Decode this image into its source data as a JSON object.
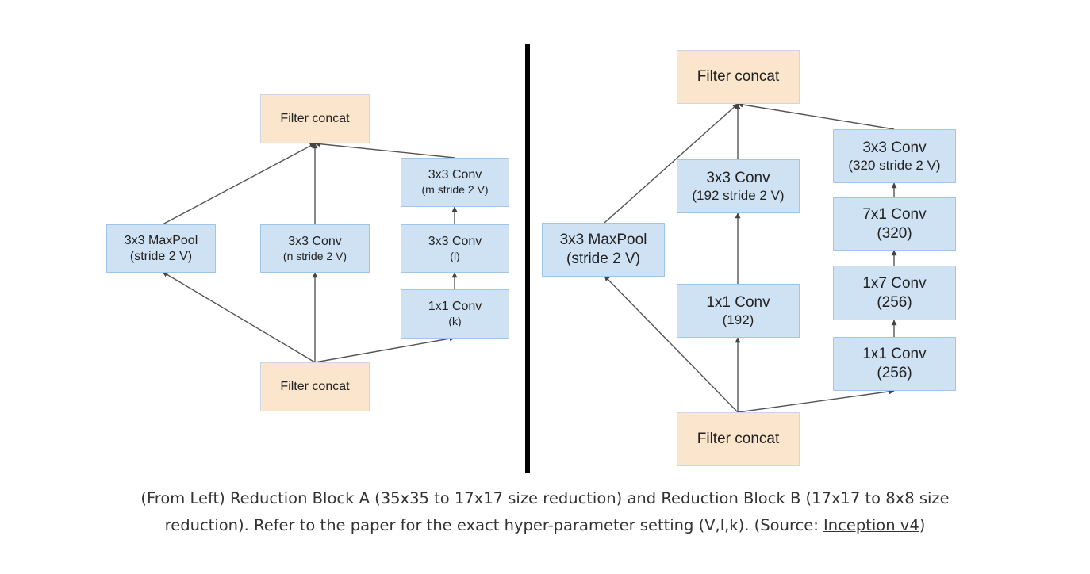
{
  "block_a": {
    "filter_concat_top": "Filter concat",
    "filter_concat_bottom": "Filter concat",
    "maxpool": {
      "line1": "3x3 MaxPool",
      "line2": "(stride 2 V)"
    },
    "conv_mid": {
      "line1": "3x3 Conv",
      "line2": "(n stride 2 V)"
    },
    "conv_right_top": {
      "line1": "3x3 Conv",
      "line2": "(m stride 2 V)"
    },
    "conv_right_mid": {
      "line1": "3x3 Conv",
      "line2": "(l)"
    },
    "conv_right_bottom": {
      "line1": "1x1 Conv",
      "line2": "(k)"
    }
  },
  "block_b": {
    "filter_concat_top": "Filter concat",
    "filter_concat_bottom": "Filter concat",
    "maxpool": {
      "line1": "3x3 MaxPool",
      "line2": "(stride 2 V)"
    },
    "conv_mid_top": {
      "line1": "3x3 Conv",
      "line2": "(192 stride 2 V)"
    },
    "conv_mid_bottom": {
      "line1": "1x1 Conv",
      "line2": "(192)"
    },
    "conv_right_1": {
      "line1": "3x3 Conv",
      "line2": "(320 stride 2 V)"
    },
    "conv_right_2": {
      "line1": "7x1 Conv",
      "line2": "(320)"
    },
    "conv_right_3": {
      "line1": "1x7 Conv",
      "line2": "(256)"
    },
    "conv_right_4": {
      "line1": "1x1 Conv",
      "line2": "(256)"
    }
  },
  "caption": {
    "line1": "(From Left) Reduction Block A (35x35 to 17x17 size reduction) and Reduction Block B (17x17 to 8x8 size",
    "line2_prefix": "reduction). Refer to the paper for the exact hyper-parameter setting (V,l,k). (Source: ",
    "link_text": "Inception v4",
    "line2_suffix": ")"
  },
  "colors": {
    "conv_fill": "#cfe2f3",
    "conv_border": "#9fc5e8",
    "concat_fill": "#fce5cd",
    "arrow": "#555555",
    "divider": "#000000"
  }
}
